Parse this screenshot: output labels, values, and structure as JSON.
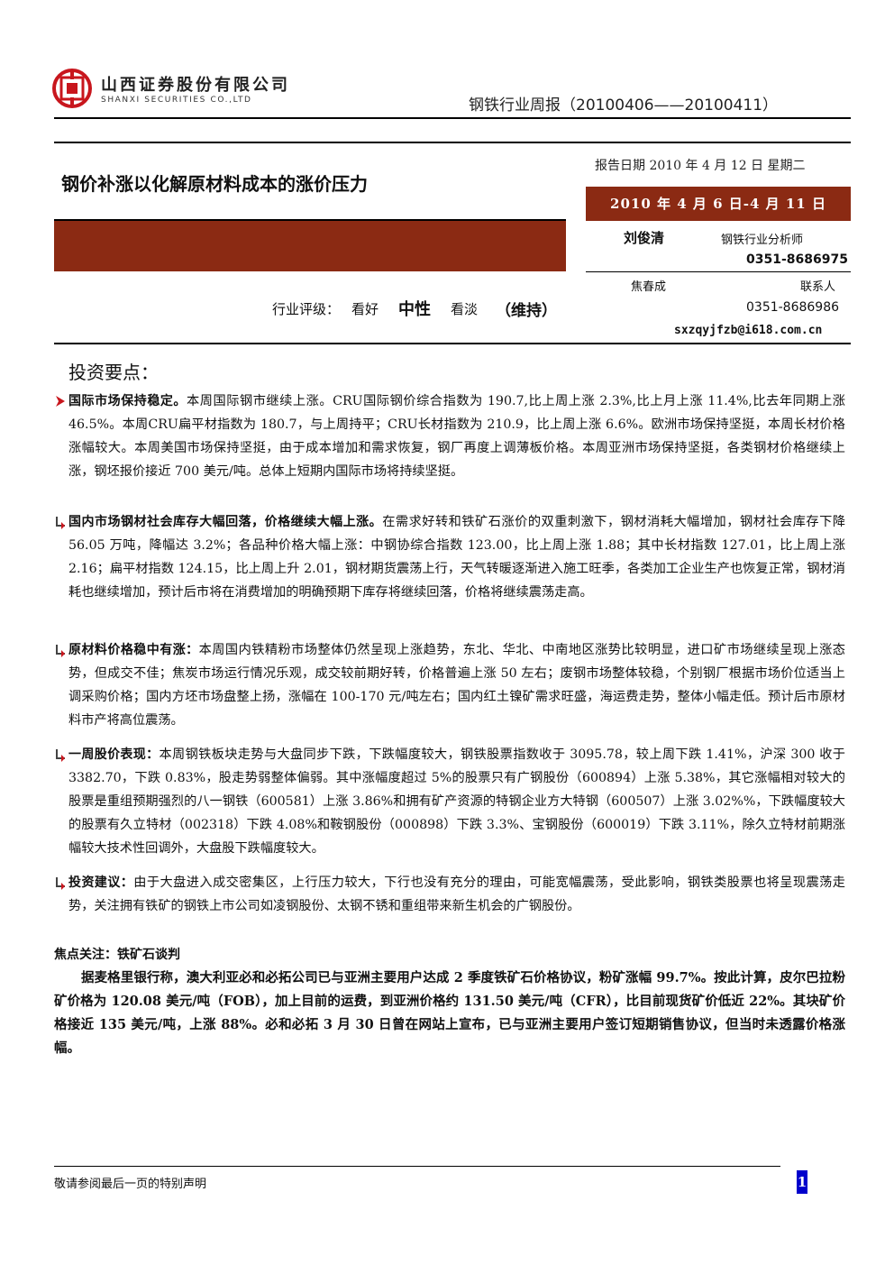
{
  "header": {
    "company_cn": "山西证券股份有限公司",
    "company_en": "SHANXI SECURITIES CO.,LTD",
    "report_type": "钢铁行业周报（20100406——20100411）"
  },
  "title": "钢价补涨以化解原材料成本的涨价压力",
  "report_date": "报告日期 2010 年 4 月 12 日  星期二",
  "period": "2010 年 4 月 6 日-4 月 11 日",
  "analyst": {
    "name": "刘俊清",
    "role": "钢铁行业分析师",
    "phone": "0351-8686975"
  },
  "contact": {
    "name": "焦春成",
    "role": "联系人",
    "phone": "0351-8686986",
    "email": "sxzqyjfzb@i618.com.cn"
  },
  "rating": {
    "label": "行业评级：",
    "good": "看好",
    "neutral": "中性",
    "bad": "看淡",
    "status": "（维持）"
  },
  "section_heading": "投资要点：",
  "points": [
    {
      "bold": "国际市场保持稳定。",
      "text": "本周国际钢市继续上涨。CRU国际钢价综合指数为 190.7,比上周上涨 2.3%,比上月上涨 11.4%,比去年同期上涨 46.5%。本周CRU扁平材指数为 180.7，与上周持平；CRU长材指数为 210.9，比上周上涨 6.6%。欧洲市场保持坚挺，本周长材价格涨幅较大。本周美国市场保持坚挺，由于成本增加和需求恢复，钢厂再度上调薄板价格。本周亚洲市场保持坚挺，各类钢材价格继续上涨，钢坯报价接近 700 美元/吨。总体上短期内国际市场将持续坚挺。"
    },
    {
      "bold": "国内市场钢材社会库存大幅回落，价格继续大幅上涨。",
      "text": "在需求好转和铁矿石涨价的双重刺激下，钢材消耗大幅增加，钢材社会库存下降 56.05 万吨，降幅达 3.2%；各品种价格大幅上涨：中钢协综合指数 123.00，比上周上涨 1.88；其中长材指数 127.01，比上周上涨 2.16；扁平材指数 124.15，比上周上升 2.01，钢材期货震荡上行，天气转暖逐渐进入施工旺季，各类加工企业生产也恢复正常，钢材消耗也继续增加，预计后市将在消费增加的明确预期下库存将继续回落，价格将继续震荡走高。"
    },
    {
      "bold": "原材料价格稳中有涨：",
      "text": "本周国内铁精粉市场整体仍然呈现上涨趋势，东北、华北、中南地区涨势比较明显，进口矿市场继续呈现上涨态势，但成交不佳；焦炭市场运行情况乐观，成交较前期好转，价格普遍上涨 50 左右；废钢市场整体较稳，个别钢厂根据市场价位适当上调采购价格；国内方坯市场盘整上扬，涨幅在 100-170 元/吨左右；国内红土镍矿需求旺盛，海运费走势，整体小幅走低。预计后市原材料市产将高位震荡。"
    },
    {
      "bold": "一周股价表现：",
      "text": "本周钢铁板块走势与大盘同步下跌，下跌幅度较大，钢铁股票指数收于 3095.78，较上周下跌 1.41%，沪深 300 收于 3382.70，下跌 0.83%，股走势弱整体偏弱。其中涨幅度超过 5%的股票只有广钢股份（600894）上涨 5.38%，其它涨幅相对较大的股票是重组预期强烈的八一钢铁（600581）上涨 3.86%和拥有矿产资源的特钢企业方大特钢（600507）上涨 3.02%%，下跌幅度较大的股票有久立特材（002318）下跌 4.08%和鞍钢股份（000898）下跌 3.3%、宝钢股份（600019）下跌 3.11%，除久立特材前期涨幅较大技术性回调外，大盘股下跌幅度较大。"
    },
    {
      "bold": "投资建议：",
      "text": "由于大盘进入成交密集区，上行压力较大，下行也没有充分的理由，可能宽幅震荡，受此影响，钢铁类股票也将呈现震荡走势，关注拥有铁矿的钢铁上市公司如凌钢股份、太钢不锈和重组带来新生机会的广钢股份。"
    }
  ],
  "focus": {
    "heading": "焦点关注：铁矿石谈判",
    "body": "据麦格里银行称，澳大利亚必和必拓公司已与亚洲主要用户达成 2 季度铁矿石价格协议，粉矿涨幅 99.7%。按此计算，皮尔巴拉粉矿价格为 120.08 美元/吨（FOB），加上目前的运费，到亚洲价格约 131.50 美元/吨（CFR），比目前现货矿价低近 22%。其块矿价格接近 135 美元/吨，上涨 88%。必和必拓 3 月 30 日曾在网站上宣布，已与亚洲主要用户签订短期销售协议，但当时未透露价格涨幅。"
  },
  "footer": {
    "note": "敬请参阅最后一页的特别声明",
    "page": "1"
  },
  "colors": {
    "brand_red": "#8b2a13",
    "logo_red": "#c8161d",
    "page_blue": "#0000cc"
  }
}
